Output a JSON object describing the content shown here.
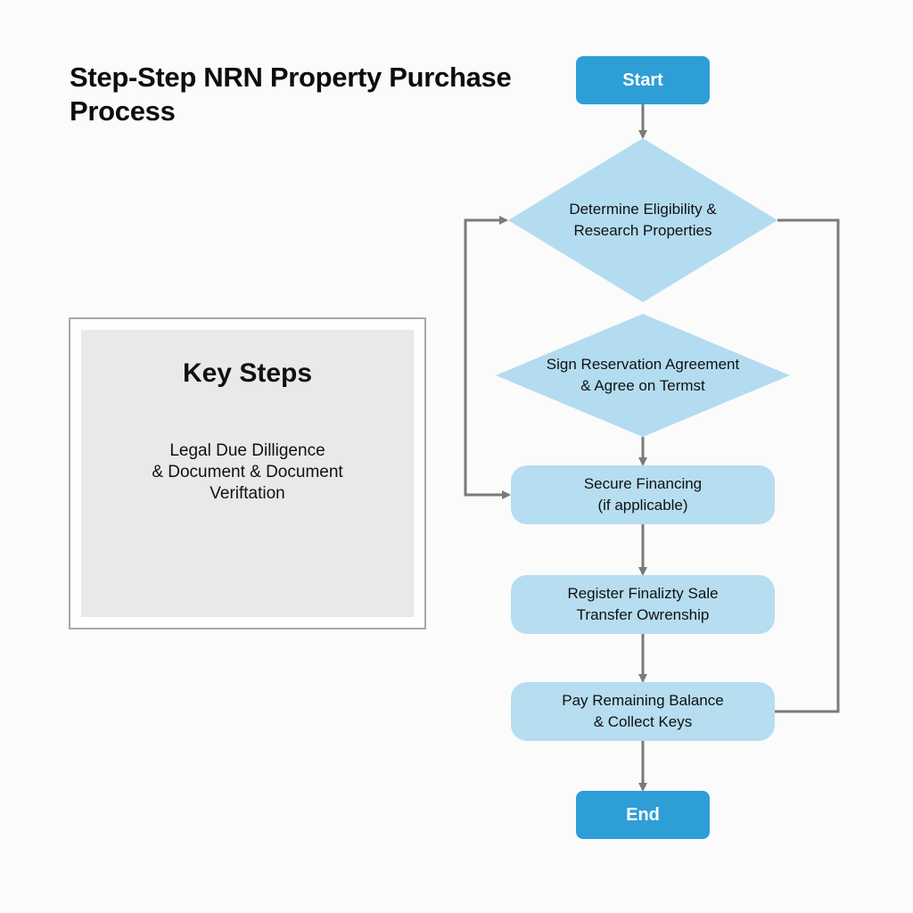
{
  "title": "Step-Step NRN Property Purchase Process",
  "key_steps": {
    "heading": "Key Steps",
    "lines": [
      "Legal Due Dilligence",
      "& Document & Document",
      "Veriftation"
    ]
  },
  "colors": {
    "terminal": "#2e9ed6",
    "process": "#b6ddf0",
    "decision": "#b3dcf0",
    "connector": "#7a7a7a"
  },
  "flowchart": {
    "nodes": [
      {
        "id": "start",
        "type": "terminal",
        "lines": [
          "Start"
        ]
      },
      {
        "id": "eligibility",
        "type": "decision",
        "lines": [
          "Determine Eligibility &",
          "Research Properties"
        ]
      },
      {
        "id": "reservation",
        "type": "decision",
        "lines": [
          "Sign Reservation Agreement",
          "& Agree on Termst"
        ]
      },
      {
        "id": "financing",
        "type": "process",
        "lines": [
          "Secure Financing",
          "(if applicable)"
        ]
      },
      {
        "id": "register",
        "type": "process",
        "lines": [
          "Register Finalizty Sale",
          "Transfer Owrenship"
        ]
      },
      {
        "id": "pay",
        "type": "process",
        "lines": [
          "Pay Remaining Balance",
          "& Collect Keys"
        ]
      },
      {
        "id": "end",
        "type": "terminal",
        "lines": [
          "End"
        ]
      }
    ],
    "edges": [
      {
        "from": "start",
        "to": "eligibility"
      },
      {
        "from": "reservation",
        "to": "financing"
      },
      {
        "from": "financing",
        "to": "register"
      },
      {
        "from": "register",
        "to": "pay"
      },
      {
        "from": "pay",
        "to": "end"
      },
      {
        "from": "financing",
        "to": "eligibility",
        "kind": "loop-left"
      },
      {
        "from": "eligibility",
        "to": "pay",
        "kind": "loop-right"
      }
    ]
  }
}
